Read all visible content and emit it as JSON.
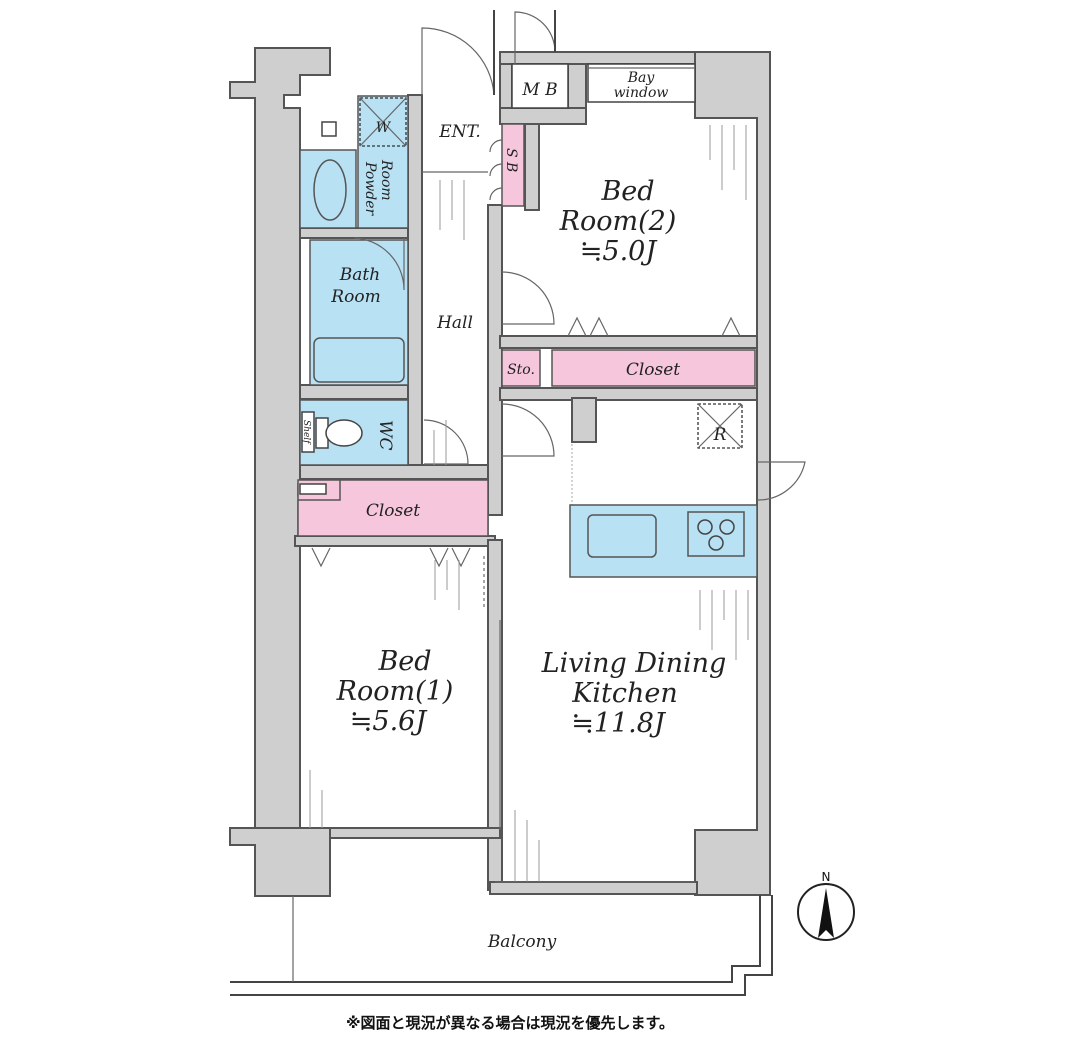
{
  "rooms": {
    "bedroom2": {
      "line1": "Bed",
      "line2": "Room(2)",
      "area": "≒5.0J"
    },
    "bedroom1": {
      "line1": "Bed",
      "line2": "Room(1)",
      "area": "≒5.6J"
    },
    "ldk": {
      "line1": "Living Dining",
      "line2": "Kitchen",
      "area": "≒11.8J"
    },
    "bathroom": {
      "line1": "Bath",
      "line2": "Room"
    },
    "powder": {
      "line1": "Powder",
      "line2": "Room"
    },
    "hall": "Hall",
    "entrance": "ENT.",
    "wc": "WC",
    "shoe_box": "S B",
    "meter_box": "M B",
    "bay_window": {
      "line1": "Bay",
      "line2": "window"
    },
    "storage": "Sto.",
    "closet_top": "Closet",
    "closet_left": "Closet",
    "balcony": "Balcony",
    "washer": "W",
    "fridge": "R",
    "shelf": "Shelf"
  },
  "compass": "N",
  "disclaimer": "※図面と現況が異なる場合は現況を優先します。",
  "colors": {
    "wet_area": "#b8e1f4",
    "closet": "#f6c7dc",
    "wall": "#cfcfcf"
  }
}
